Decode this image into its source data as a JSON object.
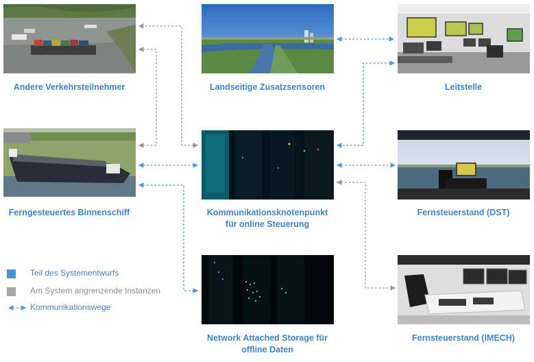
{
  "nodes": {
    "other_traffic": {
      "label": "Andere Verkehrsteilnehmer",
      "image": "container-ship-on-river-photo"
    },
    "land_sensors": {
      "label": "Landseitige Zusatzsensoren",
      "image": "aerial-river-lock-photo"
    },
    "control_center": {
      "label": "Leitstelle",
      "image": "control-room-photo"
    },
    "remote_ship": {
      "label": "Ferngesteuertes Binnenschiff",
      "image": "inland-cargo-ship-photo"
    },
    "comm_node": {
      "label": "Kommunikationsknotenpunkt\nfür online Steuerung",
      "image": "server-rack-photo"
    },
    "remote_station_dst": {
      "label": "Fernsteuerstand (DST)",
      "image": "ship-simulator-photo"
    },
    "nas": {
      "label": "Network Attached Storage für\noffline Daten",
      "image": "data-center-leds-photo"
    },
    "remote_station_imech": {
      "label": "Fernsteuerstand (IMECH)",
      "image": "remote-console-photo"
    }
  },
  "legend": [
    {
      "label": "Teil des Systementwurfs",
      "swatch": "#4a90d9"
    },
    {
      "label": "Am System angrenzende Instanzen",
      "swatch": "#a6a6a6"
    },
    {
      "label": "Kommunikationswege",
      "swatch": "#5b9bd5"
    }
  ],
  "colors": {
    "system_label": "#3f84c4",
    "arrow_blue": "#5b9bd5",
    "arrow_gray": "#9a9a9a",
    "legend_text_blue": "#4a7fb8",
    "legend_text_gray": "#8c8c8c"
  }
}
